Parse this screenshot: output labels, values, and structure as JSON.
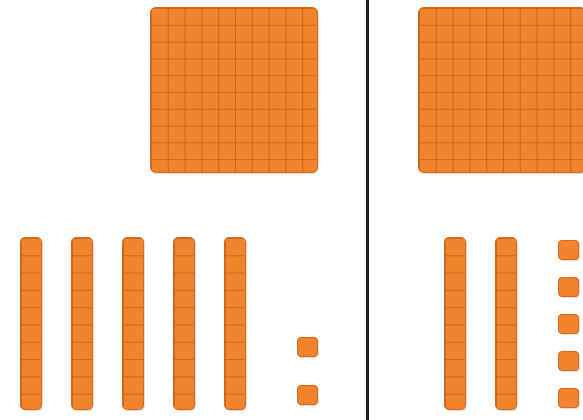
{
  "colors": {
    "block_fill": "#f0832c",
    "block_edge": "#d9691a",
    "divider": "#222222",
    "background": "#ffffff"
  },
  "groups": [
    {
      "name": "left",
      "blocks": [
        {
          "kind": "flat",
          "units_per_side": 10,
          "count": 1
        },
        {
          "kind": "rod",
          "units": 10,
          "count": 5
        },
        {
          "kind": "unit",
          "count": 2
        }
      ]
    },
    {
      "name": "right",
      "blocks": [
        {
          "kind": "flat",
          "units_per_side": 10,
          "count": 1
        },
        {
          "kind": "rod",
          "units": 10,
          "count": 2
        },
        {
          "kind": "unit",
          "count": 5
        }
      ]
    }
  ]
}
